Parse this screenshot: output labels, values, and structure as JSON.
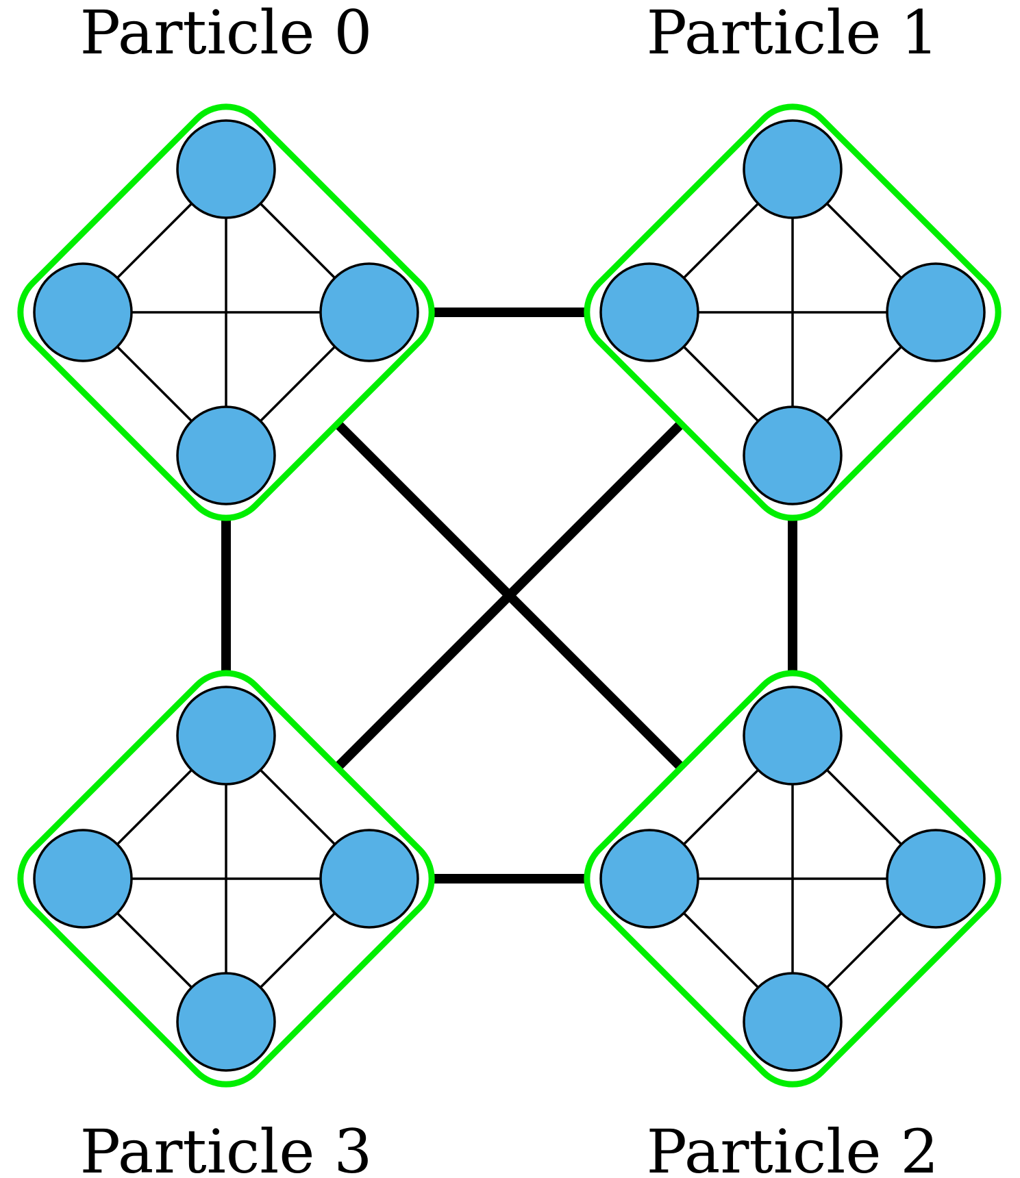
{
  "colors": {
    "node_fill": "#56b1e6",
    "node_stroke": "#000000",
    "group_outline": "#00ee00",
    "inner_edge": "#000000",
    "outer_edge": "#000000",
    "background": "#ffffff"
  },
  "particles": [
    {
      "id": 0,
      "label": "Particle 0",
      "nodes": [
        "top",
        "left",
        "right",
        "bottom"
      ]
    },
    {
      "id": 1,
      "label": "Particle 1",
      "nodes": [
        "top",
        "left",
        "right",
        "bottom"
      ]
    },
    {
      "id": 2,
      "label": "Particle 2",
      "nodes": [
        "top",
        "left",
        "right",
        "bottom"
      ]
    },
    {
      "id": 3,
      "label": "Particle 3",
      "nodes": [
        "top",
        "left",
        "right",
        "bottom"
      ]
    }
  ],
  "inner_edges": [
    [
      "top",
      "left"
    ],
    [
      "top",
      "right"
    ],
    [
      "top",
      "bottom"
    ],
    [
      "left",
      "right"
    ],
    [
      "left",
      "bottom"
    ],
    [
      "right",
      "bottom"
    ]
  ],
  "particle_connections": [
    [
      0,
      1
    ],
    [
      0,
      3
    ],
    [
      1,
      2
    ],
    [
      3,
      2
    ],
    [
      0,
      2
    ],
    [
      1,
      3
    ]
  ]
}
